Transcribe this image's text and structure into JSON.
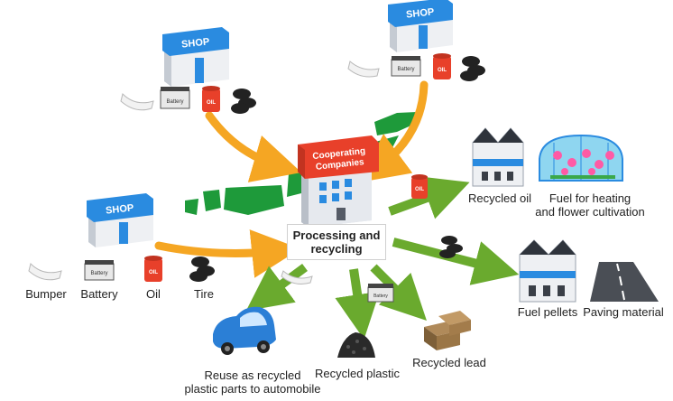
{
  "center": {
    "sign": [
      "Cooperating",
      "Companies"
    ],
    "process_label": [
      "Processing and",
      "recycling"
    ]
  },
  "shop_label": "SHOP",
  "oil_tag": "OIL",
  "battery_tag": "Battery",
  "inputs": {
    "bumper": "Bumper",
    "battery": "Battery",
    "oil": "Oil",
    "tire": "Tire"
  },
  "outputs": {
    "recycled_oil": "Recycled oil",
    "fuel_heating": [
      "Fuel for heating",
      "and flower cultivation"
    ],
    "fuel_pellets": "Fuel pellets",
    "paving": "Paving material",
    "reuse_parts": [
      "Reuse as recycled",
      "plastic parts to automobile"
    ],
    "recycled_plastic": "Recycled plastic",
    "recycled_lead": "Recycled lead"
  },
  "colors": {
    "orange_arrow": "#F5A623",
    "green_arrow": "#6AAA2E",
    "map_green": "#1E9A3A",
    "shop_sign": "#2A8BE0",
    "building_red": "#E8402A",
    "car_blue": "#2B7FD6"
  }
}
